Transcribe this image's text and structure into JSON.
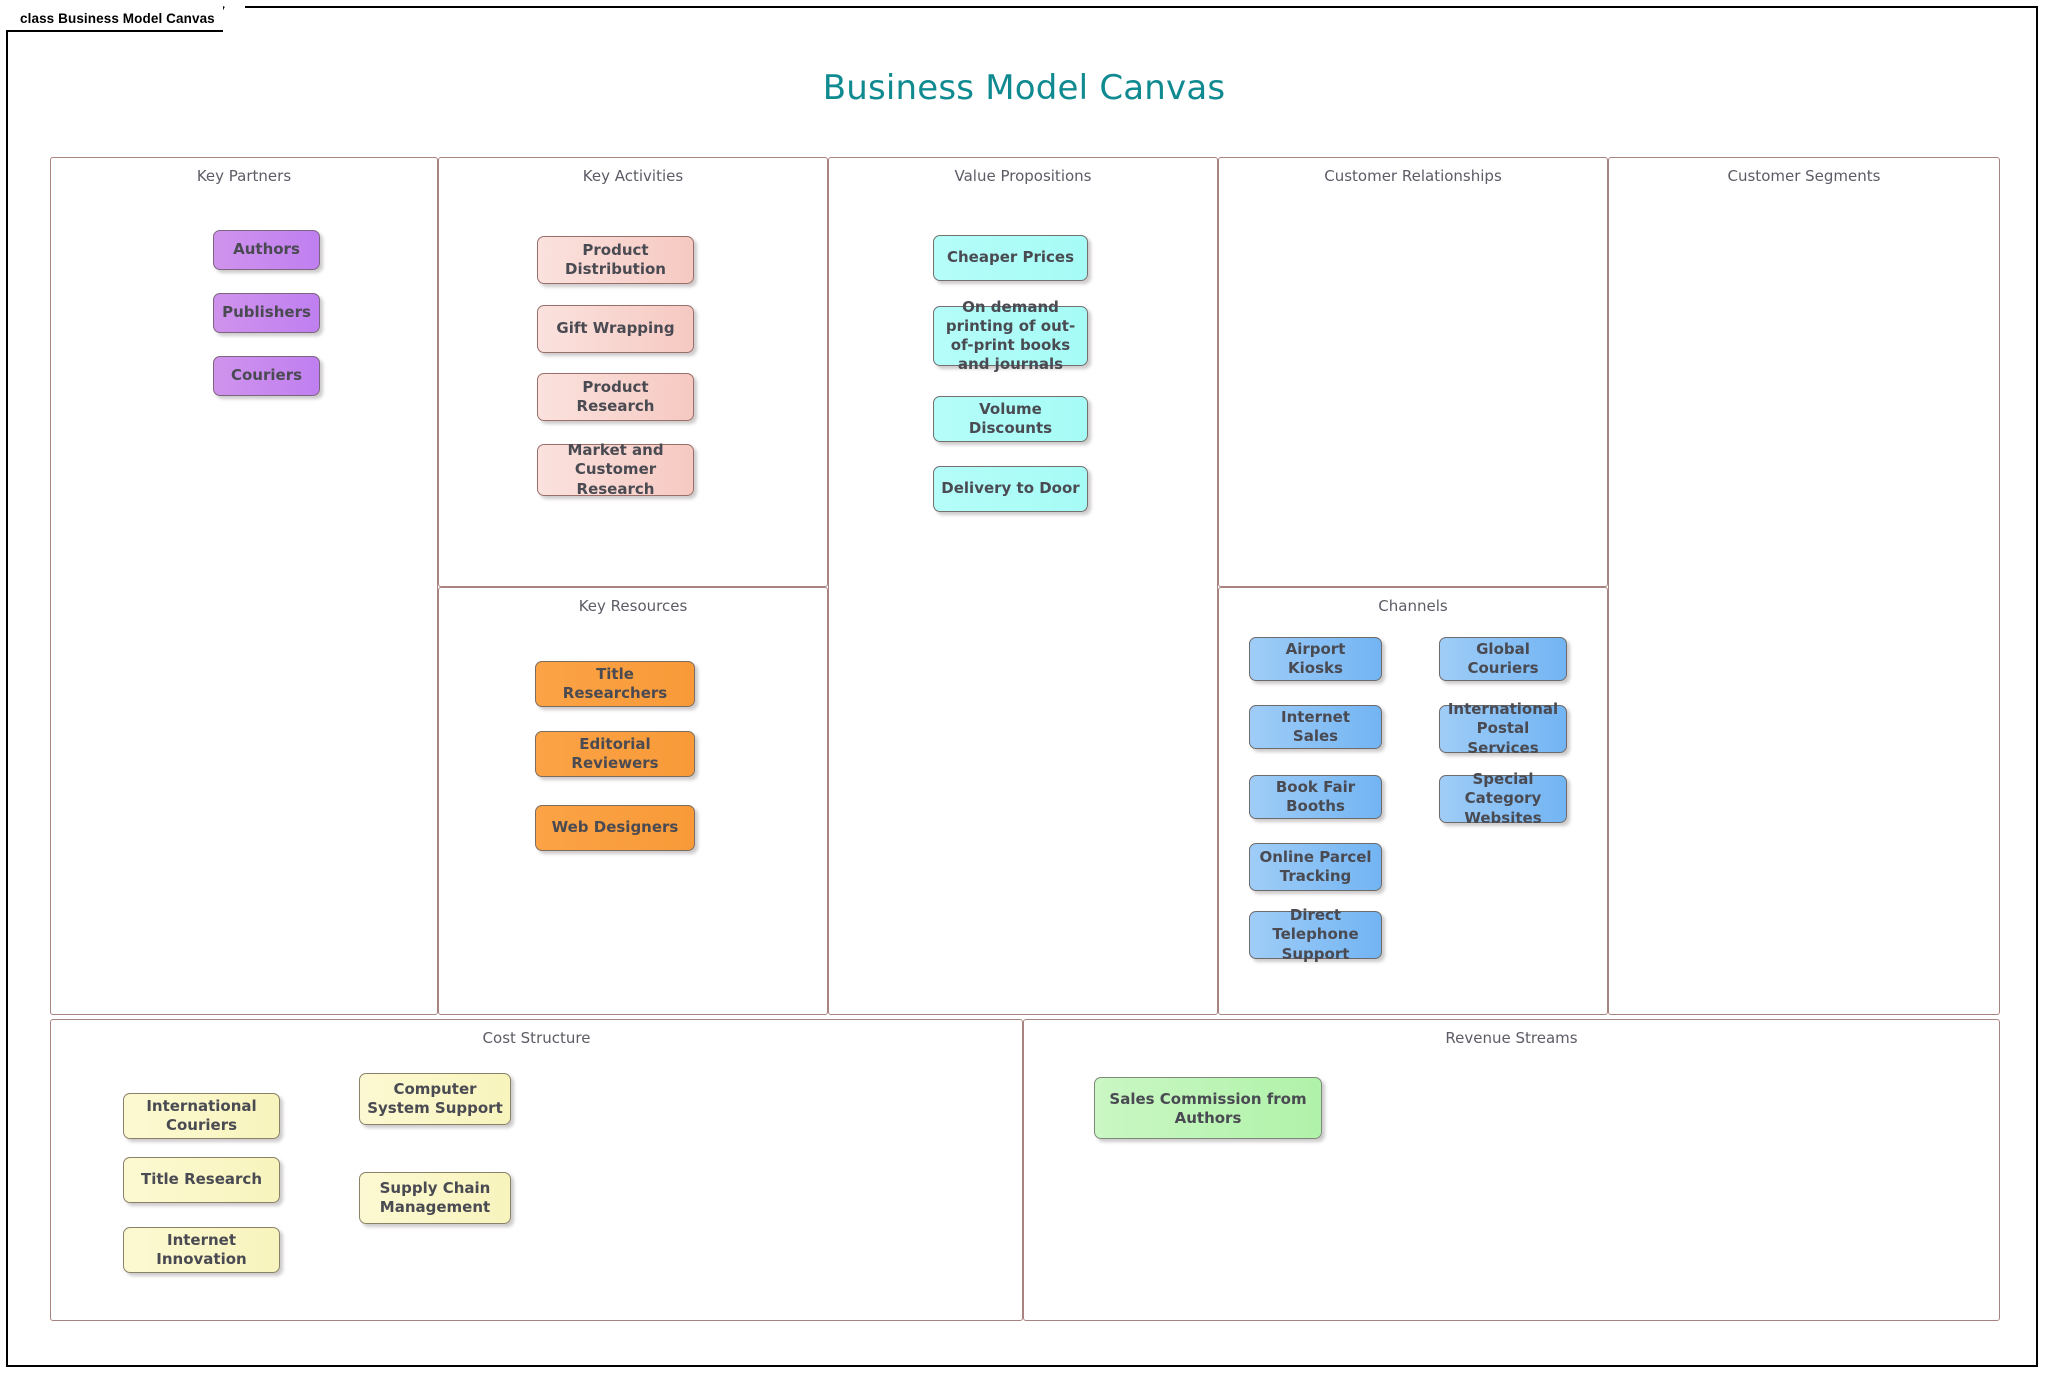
{
  "window": {
    "tab_label": "class Business Model Canvas"
  },
  "title": "Business Model Canvas",
  "colors": {
    "title": "#0f8a90",
    "panel_border": "#a9837f",
    "panel_title_text": "#5c5c66",
    "node_text": "#4a4a52",
    "key_partners_fill": "#c07ff0",
    "key_activities_fill": "#f6c9c2",
    "key_resources_fill": "#f89a38",
    "value_propositions_fill": "#a6fbf6",
    "channels_fill": "#72b4f3",
    "cost_structure_fill": "#f8f4bd",
    "revenue_streams_fill": "#b0f2a9"
  },
  "panels": {
    "key_partners": {
      "title": "Key Partners",
      "items": [
        {
          "label": "Authors"
        },
        {
          "label": "Publishers"
        },
        {
          "label": "Couriers"
        }
      ]
    },
    "key_activities": {
      "title": "Key Activities",
      "items": [
        {
          "label": "Product Distribution"
        },
        {
          "label": "Gift Wrapping"
        },
        {
          "label": "Product Research"
        },
        {
          "label": "Market and Customer Research"
        }
      ]
    },
    "key_resources": {
      "title": "Key Resources",
      "items": [
        {
          "label": "Title Researchers"
        },
        {
          "label": "Editorial Reviewers"
        },
        {
          "label": "Web Designers"
        }
      ]
    },
    "value_propositions": {
      "title": "Value Propositions",
      "items": [
        {
          "label": "Cheaper Prices"
        },
        {
          "label": "On demand printing of out-of-print books and journals"
        },
        {
          "label": "Volume Discounts"
        },
        {
          "label": "Delivery to Door"
        }
      ]
    },
    "customer_relationships": {
      "title": "Customer Relationships",
      "items": []
    },
    "customer_segments": {
      "title": "Customer Segments",
      "items": []
    },
    "channels": {
      "title": "Channels",
      "column_left": [
        {
          "label": "Airport Kiosks"
        },
        {
          "label": "Internet Sales"
        },
        {
          "label": "Book Fair Booths"
        },
        {
          "label": "Online Parcel Tracking"
        },
        {
          "label": "Direct Telephone Support"
        }
      ],
      "column_right": [
        {
          "label": "Global Couriers"
        },
        {
          "label": "International Postal Services"
        },
        {
          "label": "Special Category Websites"
        }
      ]
    },
    "cost_structure": {
      "title": "Cost Structure",
      "column_left": [
        {
          "label": "International Couriers"
        },
        {
          "label": "Title Research"
        },
        {
          "label": "Internet Innovation"
        }
      ],
      "column_right": [
        {
          "label": "Computer System Support"
        },
        {
          "label": "Supply Chain Management"
        }
      ]
    },
    "revenue_streams": {
      "title": "Revenue Streams",
      "items": [
        {
          "label": "Sales Commission from Authors"
        }
      ]
    }
  }
}
